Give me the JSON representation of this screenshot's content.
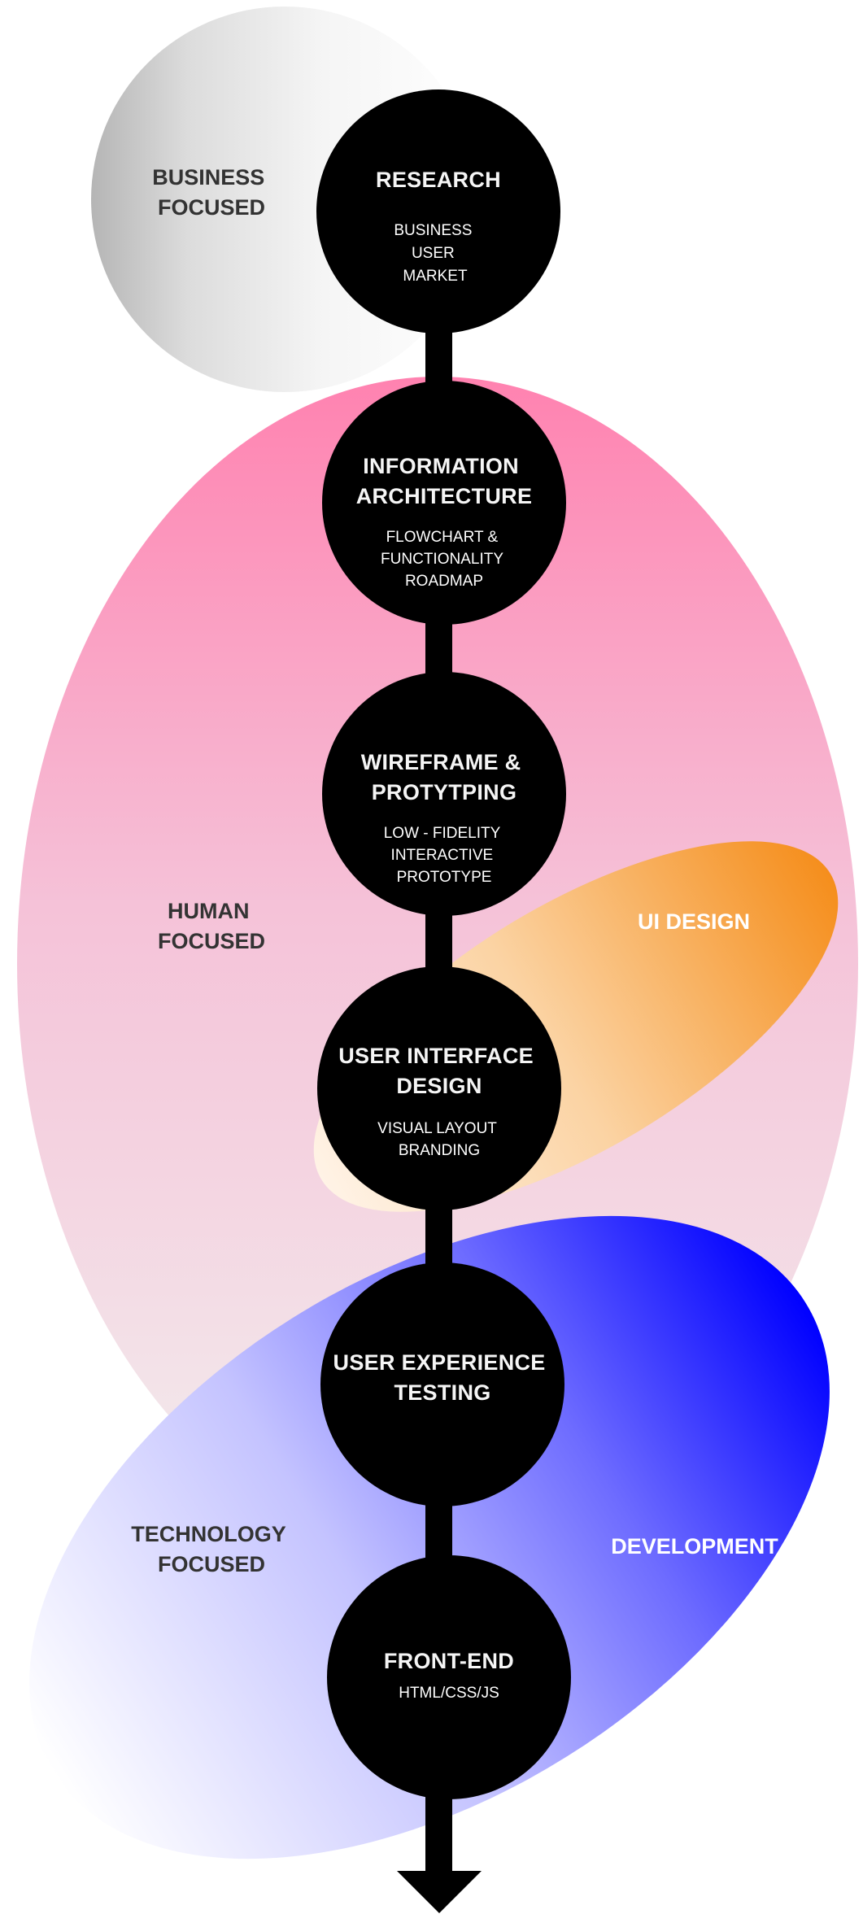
{
  "colors": {
    "gray_start": "#b5b5b5",
    "gray_end": "#ffffff",
    "pink_top": "#ff82b0",
    "pink_bottom": "#f2eeee",
    "orange_start": "#fff3e6",
    "orange_end": "#f58e1c",
    "blue_start": "#ffffff",
    "blue_end": "#0000ff",
    "node": "#000000",
    "zone_text": "#333333"
  },
  "zones": {
    "business": {
      "lines": [
        "BUSINESS",
        "FOCUSED"
      ]
    },
    "human": {
      "lines": [
        "HUMAN",
        "FOCUSED"
      ]
    },
    "ui_design": {
      "lines": [
        "UI DESIGN"
      ]
    },
    "technology": {
      "lines": [
        "TECHNOLOGY",
        "FOCUSED"
      ]
    },
    "development": {
      "lines": [
        "DEVELOPMENT"
      ]
    }
  },
  "steps": [
    {
      "title": [
        "RESEARCH"
      ],
      "details": [
        "BUSINESS",
        "USER",
        "MARKET"
      ]
    },
    {
      "title": [
        "INFORMATION",
        "ARCHITECTURE"
      ],
      "details": [
        "FLOWCHART &",
        "FUNCTIONALITY",
        "ROADMAP"
      ]
    },
    {
      "title": [
        "WIREFRAME &",
        "PROTYTPING"
      ],
      "details": [
        "LOW - FIDELITY",
        "INTERACTIVE",
        "PROTOTYPE"
      ]
    },
    {
      "title": [
        "USER INTERFACE",
        "DESIGN"
      ],
      "details": [
        "VISUAL LAYOUT",
        "BRANDING"
      ]
    },
    {
      "title": [
        "USER EXPERIENCE",
        "TESTING"
      ],
      "details": []
    },
    {
      "title": [
        "FRONT-END"
      ],
      "details": [
        "HTML/CSS/JS"
      ]
    }
  ]
}
